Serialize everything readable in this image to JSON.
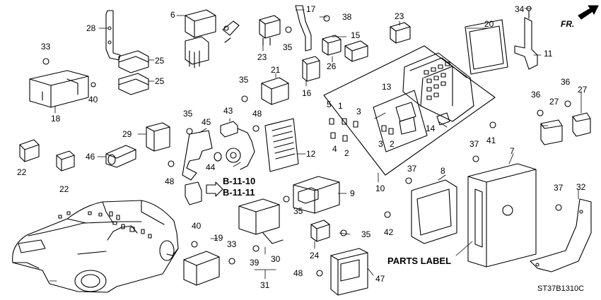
{
  "callouts": [
    {
      "id": "c1",
      "text": "1"
    },
    {
      "id": "c2a",
      "text": "2"
    },
    {
      "id": "c2b",
      "text": "2"
    },
    {
      "id": "c3a",
      "text": "3"
    },
    {
      "id": "c3b",
      "text": "3"
    },
    {
      "id": "c4",
      "text": "4"
    },
    {
      "id": "c5",
      "text": "5"
    },
    {
      "id": "c6",
      "text": "6"
    },
    {
      "id": "c7",
      "text": "7"
    },
    {
      "id": "c8",
      "text": "8"
    },
    {
      "id": "c9",
      "text": "9"
    },
    {
      "id": "c10",
      "text": "10"
    },
    {
      "id": "c11",
      "text": "11"
    },
    {
      "id": "c12",
      "text": "12"
    },
    {
      "id": "c13",
      "text": "13"
    },
    {
      "id": "c14",
      "text": "14"
    },
    {
      "id": "c15",
      "text": "15"
    },
    {
      "id": "c16",
      "text": "16"
    },
    {
      "id": "c17",
      "text": "17"
    },
    {
      "id": "c18",
      "text": "18"
    },
    {
      "id": "c19",
      "text": "19"
    },
    {
      "id": "c20",
      "text": "20"
    },
    {
      "id": "c21",
      "text": "21"
    },
    {
      "id": "c22a",
      "text": "22"
    },
    {
      "id": "c22b",
      "text": "22"
    },
    {
      "id": "c23a",
      "text": "23"
    },
    {
      "id": "c23b",
      "text": "23"
    },
    {
      "id": "c24",
      "text": "24"
    },
    {
      "id": "c25a",
      "text": "25"
    },
    {
      "id": "c25b",
      "text": "25"
    },
    {
      "id": "c26",
      "text": "26"
    },
    {
      "id": "c27a",
      "text": "27"
    },
    {
      "id": "c27b",
      "text": "27"
    },
    {
      "id": "c28",
      "text": "28"
    },
    {
      "id": "c29",
      "text": "29"
    },
    {
      "id": "c30",
      "text": "30"
    },
    {
      "id": "c31",
      "text": "31"
    },
    {
      "id": "c32",
      "text": "32"
    },
    {
      "id": "c33a",
      "text": "33"
    },
    {
      "id": "c33b",
      "text": "33"
    },
    {
      "id": "c34",
      "text": "34"
    },
    {
      "id": "c35a",
      "text": "35"
    },
    {
      "id": "c35b",
      "text": "35"
    },
    {
      "id": "c35c",
      "text": "35"
    },
    {
      "id": "c35d",
      "text": "35"
    },
    {
      "id": "c35e",
      "text": "35"
    },
    {
      "id": "c36a",
      "text": "36"
    },
    {
      "id": "c36b",
      "text": "36"
    },
    {
      "id": "c37a",
      "text": "37"
    },
    {
      "id": "c37b",
      "text": "37"
    },
    {
      "id": "c37c",
      "text": "37"
    },
    {
      "id": "c38",
      "text": "38"
    },
    {
      "id": "c39",
      "text": "39"
    },
    {
      "id": "c40a",
      "text": "40"
    },
    {
      "id": "c40b",
      "text": "40"
    },
    {
      "id": "c41",
      "text": "41"
    },
    {
      "id": "c42",
      "text": "42"
    },
    {
      "id": "c43",
      "text": "43"
    },
    {
      "id": "c44",
      "text": "44"
    },
    {
      "id": "c45",
      "text": "45"
    },
    {
      "id": "c46",
      "text": "46"
    },
    {
      "id": "c47",
      "text": "47"
    },
    {
      "id": "c48a",
      "text": "48"
    },
    {
      "id": "c48b",
      "text": "48"
    },
    {
      "id": "c48c",
      "text": "48"
    }
  ],
  "references": {
    "ref1": "B-11-10",
    "ref2": "B-11-11"
  },
  "parts_label": "PARTS LABEL",
  "diagram_code": "ST37B1310C",
  "direction_label": "FR."
}
